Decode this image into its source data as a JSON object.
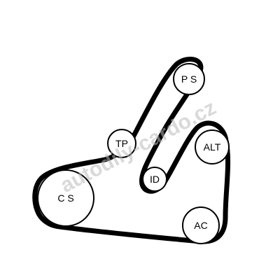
{
  "pulleys": {
    "cs": {
      "label": "C S"
    },
    "tp": {
      "label": "TP"
    },
    "ps": {
      "label": "P S"
    },
    "id": {
      "label": "ID"
    },
    "alt": {
      "label": "ALT"
    },
    "ac": {
      "label": "AC"
    }
  },
  "watermark": {
    "text": "autodily-cardo.cz"
  },
  "colors": {
    "belt": "#000000",
    "watermark": "#b9b9b9"
  }
}
